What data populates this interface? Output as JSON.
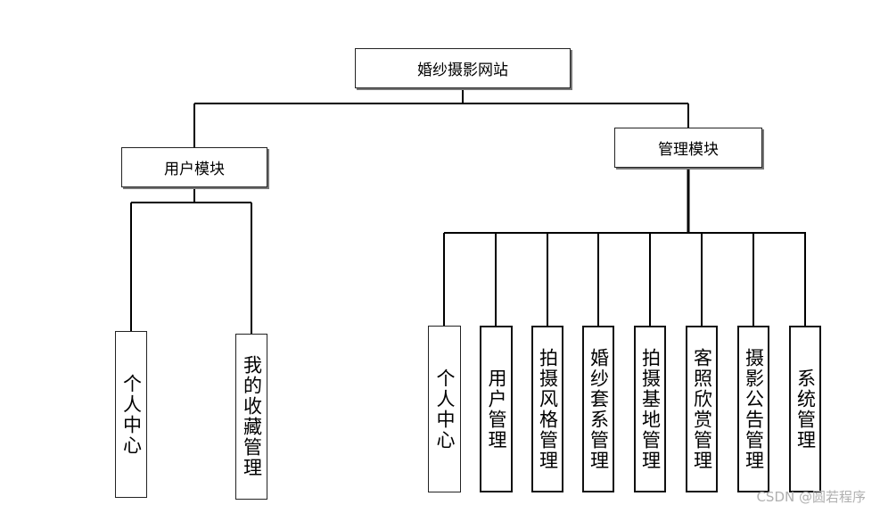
{
  "root": {
    "label": "婚纱摄影网站"
  },
  "modules": {
    "user": {
      "label": "用户模块",
      "children": [
        "个人中心",
        "我的收藏管理"
      ]
    },
    "admin": {
      "label": "管理模块",
      "children": [
        "个人中心",
        "用户管理",
        "拍摄风格管理",
        "婚纱套系管理",
        "拍摄基地管理",
        "客照欣赏管理",
        "摄影公告管理",
        "系统管理"
      ]
    }
  },
  "watermark": "CSDN @圆若程序"
}
